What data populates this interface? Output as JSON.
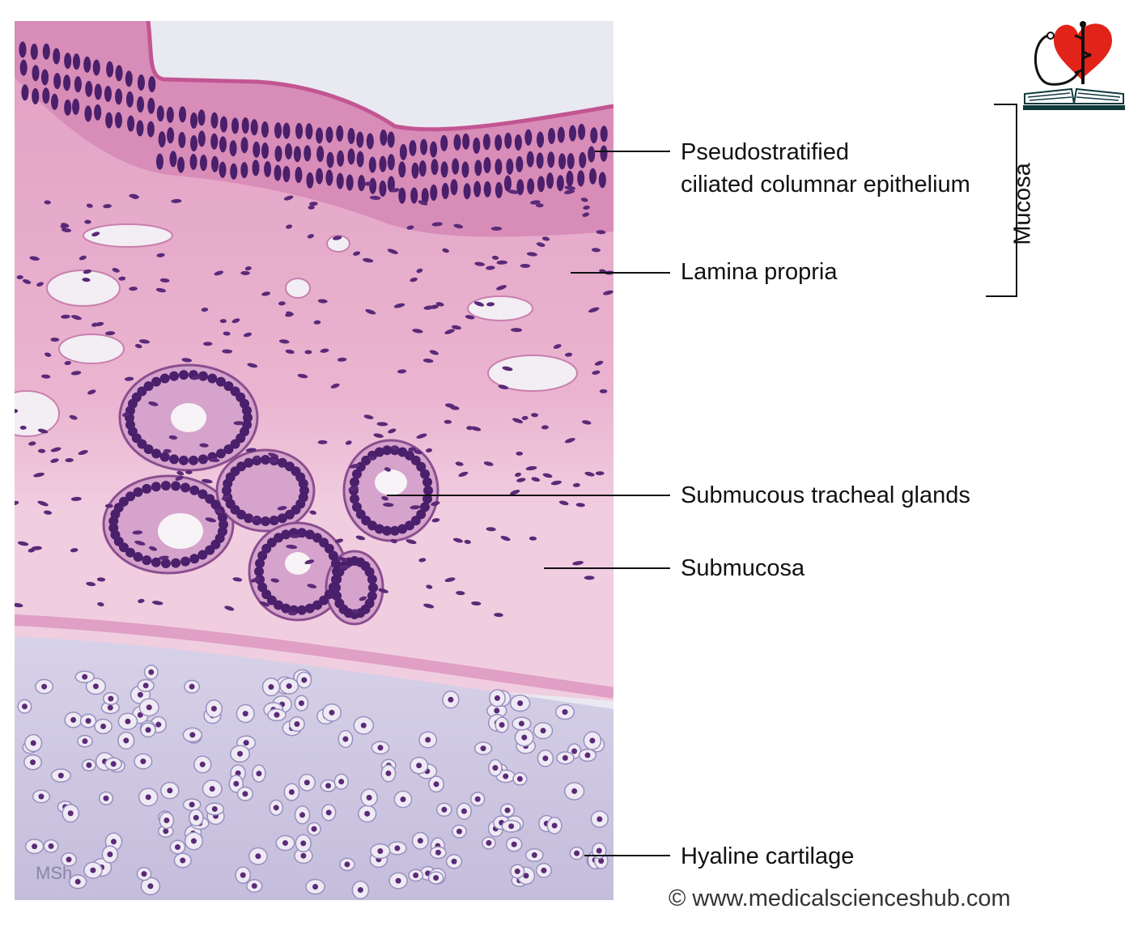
{
  "labels": {
    "epithelium": [
      "Pseudostratified",
      "ciliated columnar epithelium"
    ],
    "lamina_propria": "Lamina propria",
    "glands": "Submucous tracheal glands",
    "submucosa": "Submucosa",
    "cartilage": "Hyaline cartilage",
    "mucosa": "Mucosa"
  },
  "watermark": "MSh",
  "copyright": "© www.medicalscienceshub.com",
  "colors": {
    "eosin": "#e9a8c8",
    "nucleus": "#4a1f6b",
    "cartilage": "#c9c3e0",
    "line": "#111111",
    "heart": "#e2231a"
  },
  "logo_icon": "heart-caduceus-stethoscope-book-icon"
}
